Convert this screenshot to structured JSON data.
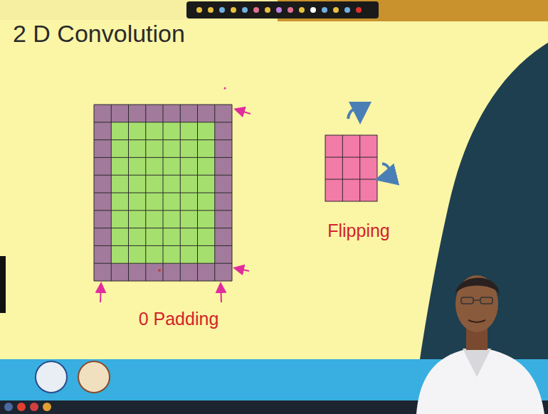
{
  "diagram": {
    "title": "2 D Convolution",
    "labels": [
      "0 Padding",
      "Flipping"
    ]
  }
}
